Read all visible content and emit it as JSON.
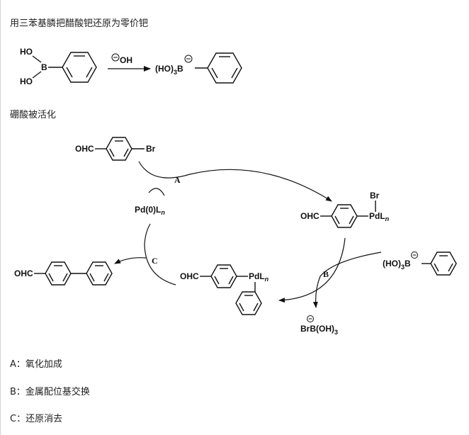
{
  "text": {
    "intro": "用三苯基膦把醋酸钯还原为零价钯",
    "activation": "硼酸被活化",
    "answer_a": "A：氧化加成",
    "answer_b": "B：金属配位基交换",
    "answer_c": "C：还原消去"
  },
  "scheme1": {
    "ho_top": "HO",
    "ho_bottom": "HO",
    "b": "B",
    "reagent": "OH",
    "product_prefix": "(HO)",
    "product_sub": "3",
    "product_b": "B"
  },
  "cycle": {
    "start_cho": "OHC",
    "start_br": "Br",
    "pd0": "Pd(0)L",
    "pd0_sub": "n",
    "label_a": "A",
    "label_b": "B",
    "label_c": "C",
    "ox_cho": "OHC",
    "ox_br": "Br",
    "ox_pd": "PdL",
    "ox_pd_sub": "n",
    "borate_prefix": "(HO)",
    "borate_sub": "3",
    "borate_b": "B",
    "byprod": "BrB(OH)",
    "byprod_sub": "3",
    "tm_cho": "OHC",
    "tm_pd": "PdL",
    "tm_pd_sub": "n",
    "product_cho": "OHC"
  }
}
